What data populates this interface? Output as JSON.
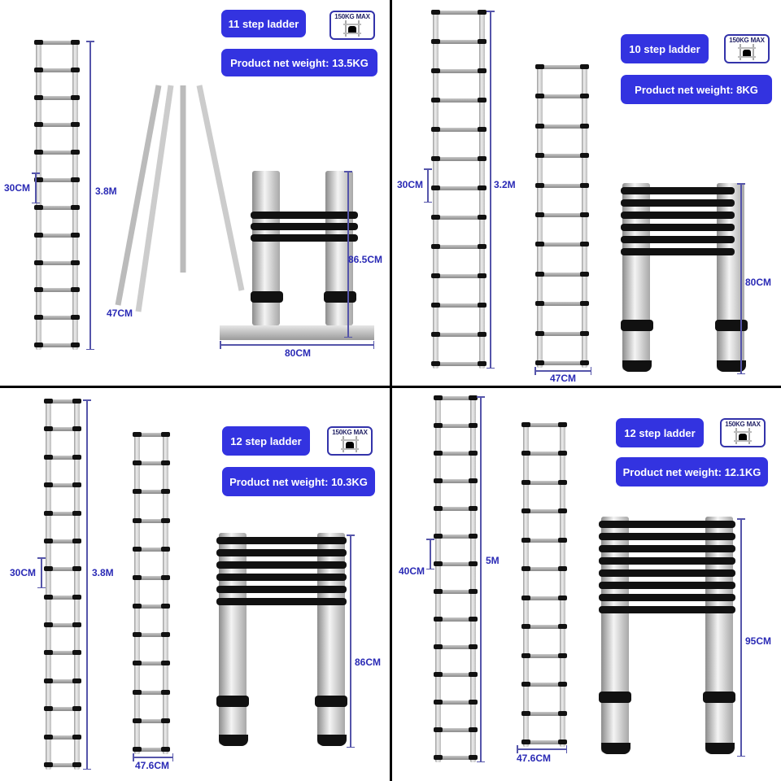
{
  "layout": {
    "grid": "2x2",
    "divider_color": "#000000"
  },
  "colors": {
    "badge_bg": "#3333e0",
    "badge_text": "#ffffff",
    "dimension_text": "#2a2ab5",
    "dimension_line": "#5555aa"
  },
  "panels": [
    {
      "model_label": "11 step ladder",
      "weight_label": "Product net weight: 13.5KG",
      "max_load": "150KG MAX",
      "dimensions": {
        "rung_spacing": "30CM",
        "extended_height": "3.8M",
        "a_frame_width": "47CM",
        "folded_height": "86.5CM",
        "folded_base_width": "80CM"
      },
      "variant": "A-frame telescopic"
    },
    {
      "model_label": "10 step ladder",
      "weight_label": "Product net weight: 8KG",
      "max_load": "150KG MAX",
      "dimensions": {
        "rung_spacing": "30CM",
        "extended_height": "3.2M",
        "width": "47CM",
        "collapsed_height": "80CM"
      },
      "variant": "straight telescopic"
    },
    {
      "model_label": "12 step ladder",
      "weight_label": "Product net weight: 10.3KG",
      "max_load": "150KG MAX",
      "dimensions": {
        "rung_spacing": "30CM",
        "extended_height": "3.8M",
        "width": "47.6CM",
        "collapsed_height": "86CM"
      },
      "variant": "straight telescopic"
    },
    {
      "model_label": "12 step ladder",
      "weight_label": "Product net weight: 12.1KG",
      "max_load": "150KG MAX",
      "dimensions": {
        "rung_spacing": "40CM",
        "extended_height": "5M",
        "width": "47.6CM",
        "collapsed_height": "95CM"
      },
      "variant": "straight telescopic"
    }
  ]
}
